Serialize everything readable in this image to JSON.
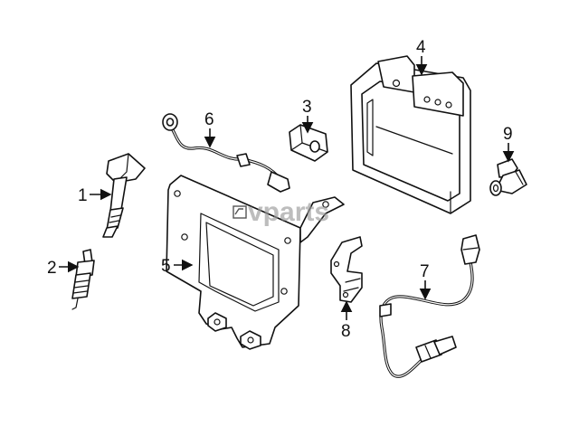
{
  "watermark": "vparts",
  "callouts": [
    {
      "id": "1",
      "label": "1"
    },
    {
      "id": "2",
      "label": "2"
    },
    {
      "id": "3",
      "label": "3"
    },
    {
      "id": "4",
      "label": "4"
    },
    {
      "id": "5",
      "label": "5"
    },
    {
      "id": "6",
      "label": "6"
    },
    {
      "id": "7",
      "label": "7"
    },
    {
      "id": "8",
      "label": "8"
    },
    {
      "id": "9",
      "label": "9"
    }
  ],
  "colors": {
    "line": "#111111",
    "background": "#ffffff",
    "watermark": "#9a9a9a"
  },
  "icons": {
    "watermark_logo": "vparts-logo"
  }
}
